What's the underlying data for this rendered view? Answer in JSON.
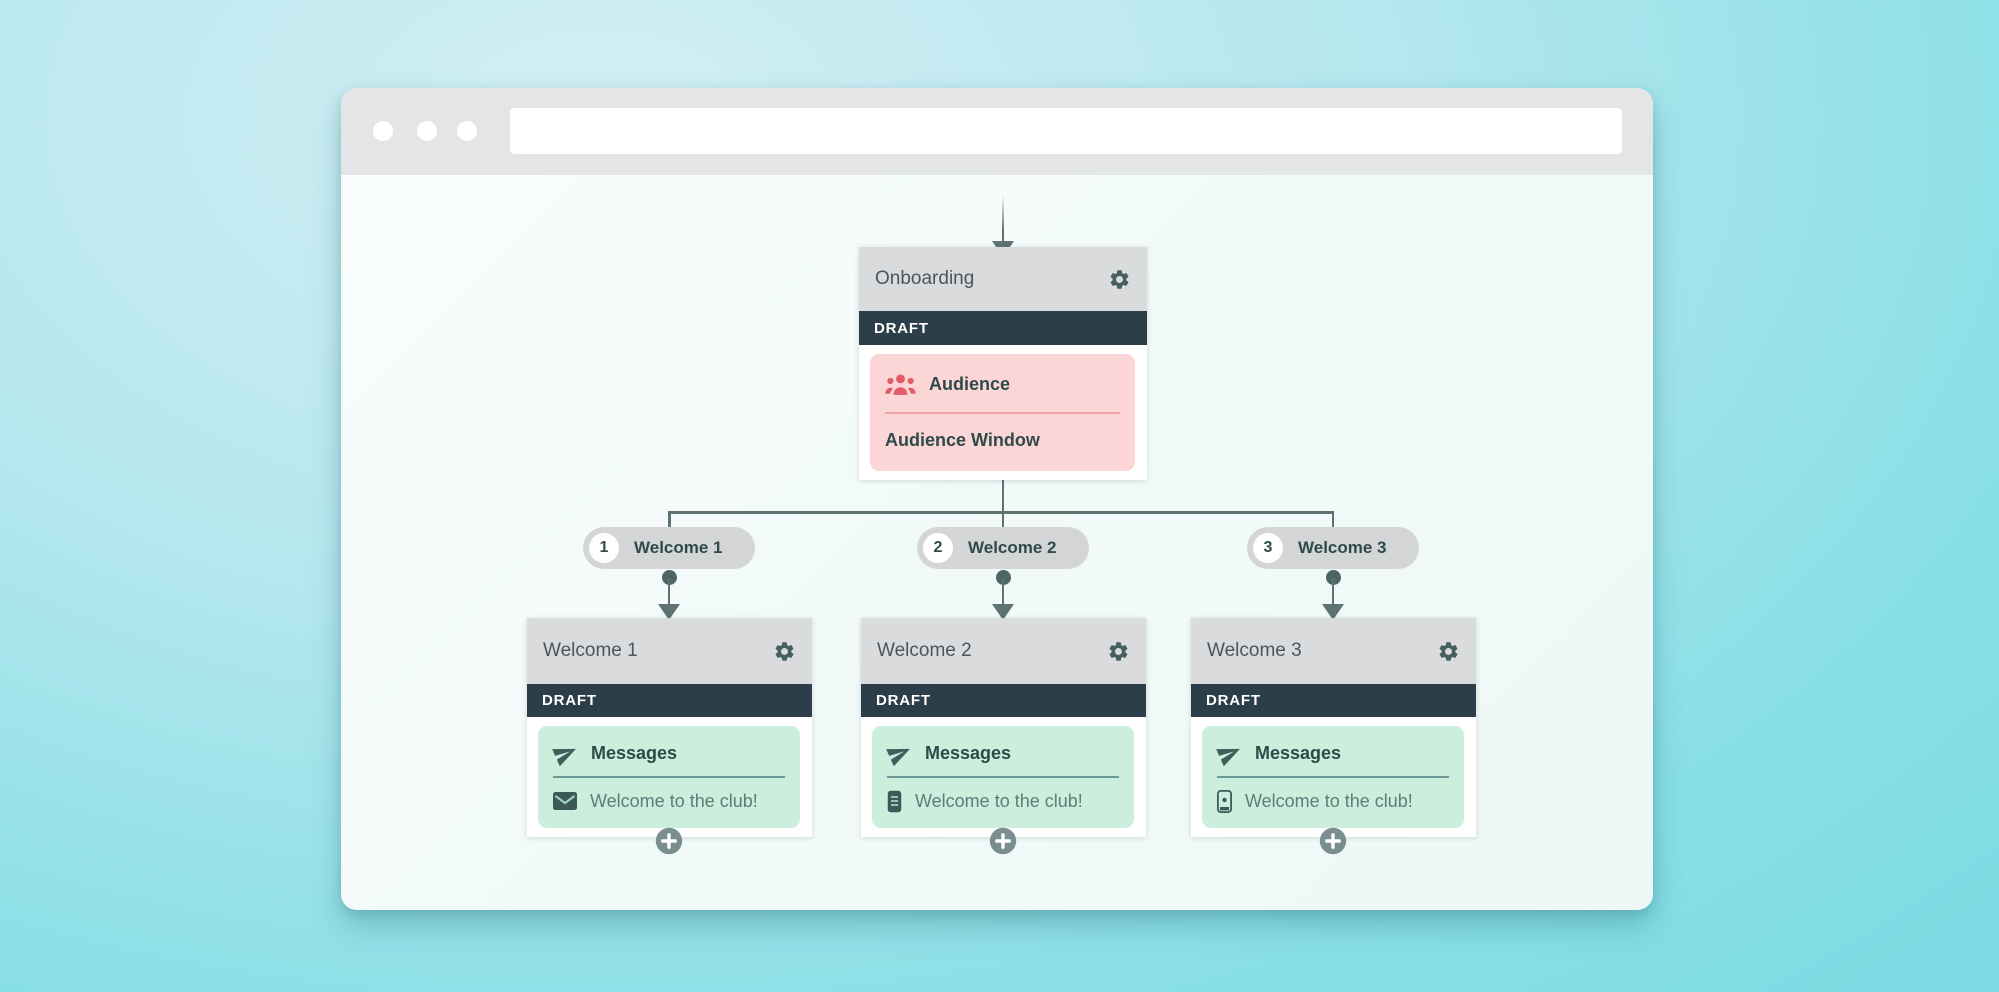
{
  "browser": {
    "url": "",
    "window_controls_count": 3
  },
  "flow": {
    "onboarding": {
      "title": "Onboarding",
      "status": "DRAFT",
      "audience": {
        "heading": "Audience",
        "detail": "Audience Window"
      }
    },
    "branches": [
      {
        "number": "1",
        "pill": "Welcome 1",
        "title": "Welcome 1",
        "status": "DRAFT",
        "messages": {
          "heading": "Messages",
          "detail": "Welcome to the club!"
        },
        "detail_icon": "envelope-icon"
      },
      {
        "number": "2",
        "pill": "Welcome 2",
        "title": "Welcome 2",
        "status": "DRAFT",
        "messages": {
          "heading": "Messages",
          "detail": "Welcome to the club!"
        },
        "detail_icon": "mobile-phone-icon"
      },
      {
        "number": "3",
        "pill": "Welcome 3",
        "title": "Welcome 3",
        "status": "DRAFT",
        "messages": {
          "heading": "Messages",
          "detail": "Welcome to the club!"
        },
        "detail_icon": "mobile-phone-icon"
      }
    ]
  },
  "icons": {
    "settings": "gear-icon",
    "audience": "people-icon",
    "messages": "paper-plane-icon",
    "email": "envelope-icon",
    "sms": "mobile-phone-icon",
    "add_step": "plus-icon",
    "window_controls": "traffic-light-dot"
  },
  "colors": {
    "background_teal": "#7cdae2",
    "chrome_gray": "#e3e5e6",
    "node_header_gray": "#d9dbdd",
    "draft_navy": "#2d3e4b",
    "audience_pink": "#fcd6d7",
    "audience_red": "#e25c66",
    "messages_green": "#cceedd",
    "connector_slate": "#5f7272",
    "text_dark_teal": "#2e4b49"
  }
}
